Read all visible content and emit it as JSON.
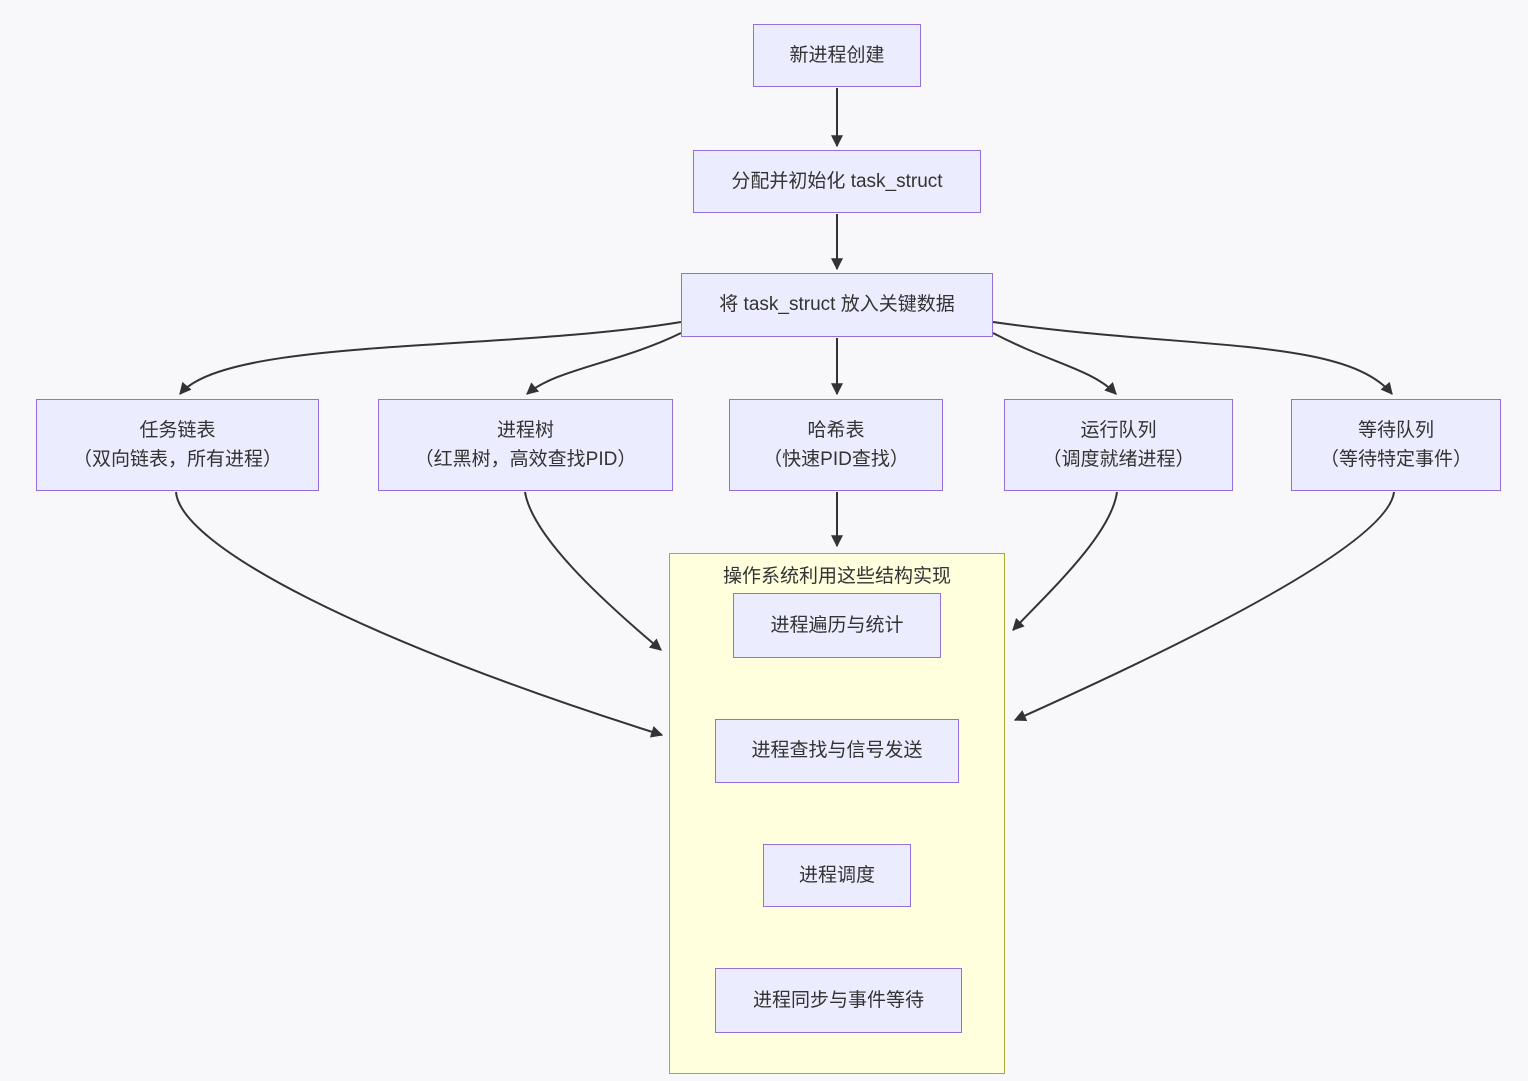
{
  "diagram": {
    "type": "flowchart",
    "colors": {
      "background": "#f8f8fb",
      "node_fill": "#ECECFF",
      "node_border": "#9370DB",
      "cluster_fill": "#ffffde",
      "cluster_border": "#aaaa33",
      "edge": "#333333",
      "text": "#333333"
    },
    "nodes": {
      "create": {
        "label": "新进程创建"
      },
      "alloc": {
        "label": "分配并初始化 task_struct"
      },
      "insert": {
        "label": "将 task_struct 放入关键数据"
      },
      "task_list": {
        "title": "任务链表",
        "subtitle": "（双向链表，所有进程）"
      },
      "process_tree": {
        "title": "进程树",
        "subtitle": "（红黑树，高效查找PID）"
      },
      "hash_table": {
        "title": "哈希表",
        "subtitle": "（快速PID查找）"
      },
      "run_queue": {
        "title": "运行队列",
        "subtitle": "（调度就绪进程）"
      },
      "wait_queue": {
        "title": "等待队列",
        "subtitle": "（等待特定事件）"
      },
      "traverse": {
        "label": "进程遍历与统计"
      },
      "lookup_signal": {
        "label": "进程查找与信号发送"
      },
      "schedule": {
        "label": "进程调度"
      },
      "sync_wait": {
        "label": "进程同步与事件等待"
      }
    },
    "cluster": {
      "title": "操作系统利用这些结构实现"
    },
    "edges": [
      {
        "from": "create",
        "to": "alloc"
      },
      {
        "from": "alloc",
        "to": "insert"
      },
      {
        "from": "insert",
        "to": "task_list"
      },
      {
        "from": "insert",
        "to": "process_tree"
      },
      {
        "from": "insert",
        "to": "hash_table"
      },
      {
        "from": "insert",
        "to": "run_queue"
      },
      {
        "from": "insert",
        "to": "wait_queue"
      },
      {
        "from": "task_list",
        "to": "cluster"
      },
      {
        "from": "process_tree",
        "to": "cluster"
      },
      {
        "from": "hash_table",
        "to": "cluster"
      },
      {
        "from": "run_queue",
        "to": "cluster"
      },
      {
        "from": "wait_queue",
        "to": "cluster"
      }
    ]
  }
}
